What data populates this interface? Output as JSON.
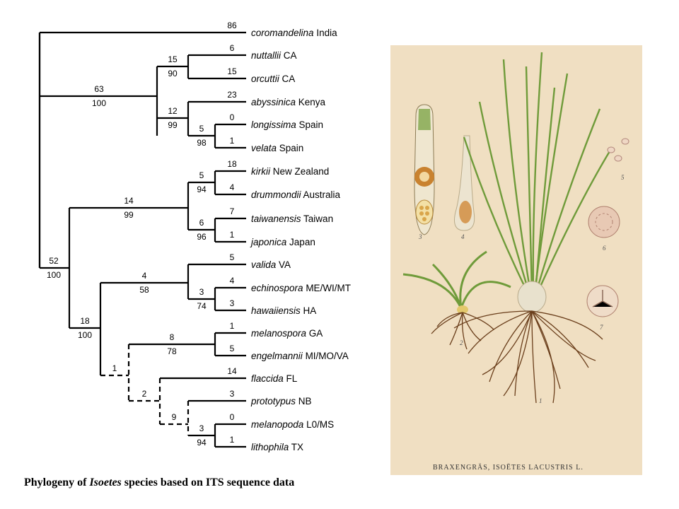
{
  "caption": {
    "prefix": "Phylogeny of ",
    "genus": "Isoetes",
    "suffix": " species based on ITS sequence data"
  },
  "plate": {
    "title": "BRAXENGRÄS, ISOËTES LACUSTRIS L.",
    "figure_numbers": [
      "1",
      "2",
      "3",
      "4",
      "5",
      "6",
      "7"
    ],
    "colors": {
      "paper": "#f0dfc2",
      "leaf": "#6f9b3a",
      "root": "#6b3f1c",
      "bulb": "#e8e1cd",
      "spore": "#d8b49a"
    }
  },
  "taxa": [
    {
      "species": "coromandelina",
      "region": "India",
      "branch": "86"
    },
    {
      "species": "nuttallii",
      "region": "CA",
      "branch": "6"
    },
    {
      "species": "orcuttii",
      "region": "CA",
      "branch": "15"
    },
    {
      "species": "abyssinica",
      "region": "Kenya",
      "branch": "23"
    },
    {
      "species": "longissima",
      "region": "Spain",
      "branch": "0"
    },
    {
      "species": "velata",
      "region": "Spain",
      "branch": "1"
    },
    {
      "species": "kirkii",
      "region": "New Zealand",
      "branch": "18"
    },
    {
      "species": "drummondii",
      "region": "Australia",
      "branch": "4"
    },
    {
      "species": "taiwanensis",
      "region": "Taiwan",
      "branch": "7"
    },
    {
      "species": "japonica",
      "region": "Japan",
      "branch": "1"
    },
    {
      "species": "valida",
      "region": "VA",
      "branch": "5"
    },
    {
      "species": "echinospora",
      "region": "ME/WI/MT",
      "branch": "4"
    },
    {
      "species": "hawaiiensis",
      "region": "HA",
      "branch": "3"
    },
    {
      "species": "melanospora",
      "region": "GA",
      "branch": "1"
    },
    {
      "species": "engelmannii",
      "region": "MI/MO/VA",
      "branch": "5"
    },
    {
      "species": "flaccida",
      "region": "FL",
      "branch": "14"
    },
    {
      "species": "prototypus",
      "region": "NB",
      "branch": "3"
    },
    {
      "species": "melanopoda",
      "region": "L0/MS",
      "branch": "0"
    },
    {
      "species": "lithophila",
      "region": "TX",
      "branch": "1"
    }
  ],
  "nodes": [
    {
      "id": "ingroup",
      "length": "52",
      "support": "100"
    },
    {
      "id": "old-world",
      "length": "63",
      "support": "100"
    },
    {
      "id": "ca-pair",
      "length": "15",
      "support": "90"
    },
    {
      "id": "africa-spain",
      "length": "12",
      "support": "99"
    },
    {
      "id": "spain-pair",
      "length": "5",
      "support": "98"
    },
    {
      "id": "asia-oceania",
      "length": "14",
      "support": "99"
    },
    {
      "id": "oceania-pair",
      "length": "5",
      "support": "94"
    },
    {
      "id": "asia-pair",
      "length": "6",
      "support": "96"
    },
    {
      "id": "america",
      "length": "18",
      "support": "100"
    },
    {
      "id": "valida-clade",
      "length": "4",
      "support": "58"
    },
    {
      "id": "echino-hawaii",
      "length": "3",
      "support": "74"
    },
    {
      "id": "dashed-1",
      "length": "1",
      "support": ""
    },
    {
      "id": "ga-pair",
      "length": "8",
      "support": "78"
    },
    {
      "id": "dashed-2",
      "length": "2",
      "support": ""
    },
    {
      "id": "dashed-9",
      "length": "9",
      "support": ""
    },
    {
      "id": "tx-pair",
      "length": "3",
      "support": "94"
    }
  ]
}
